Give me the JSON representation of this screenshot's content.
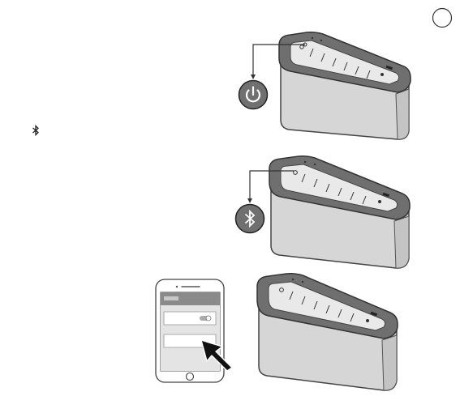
{
  "page": {
    "corner_badge": {
      "label": ""
    },
    "bluetooth_symbol": {
      "glyph": "ᛒ"
    }
  },
  "steps": [
    {
      "button_icon": "power-icon",
      "callout": "power-button-callout"
    },
    {
      "button_icon": "bluetooth-icon",
      "callout": "bluetooth-button-callout"
    },
    {
      "button_icon": "phone-pairing",
      "callout": "phone-settings-screen"
    }
  ],
  "colors": {
    "speaker_body": "#d5d5d5",
    "speaker_top": "#6e6e6e",
    "speaker_outline": "#444444",
    "callout_fill": "#707070",
    "phone_header": "#8a8a8a"
  }
}
